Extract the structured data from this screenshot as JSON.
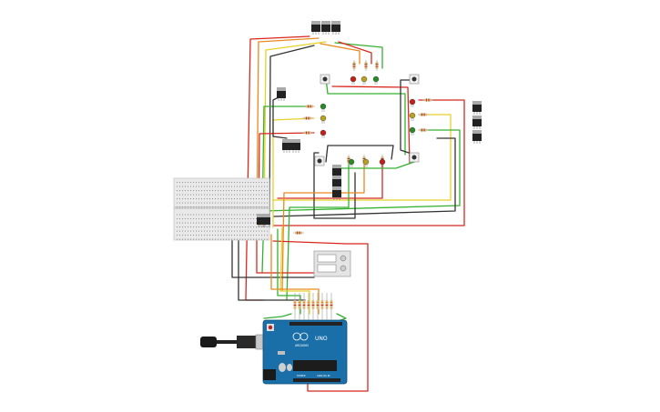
{
  "board": {
    "logo_text": "UNO",
    "brand_text": "ARDUINO",
    "analog_label": "ANALOG IN",
    "power_label": "POWER"
  },
  "colors": {
    "red_wire": "#d8281e",
    "green_wire": "#36b030",
    "yellow_wire": "#e8d12a",
    "orange_wire": "#e88a1e",
    "dark_wire": "#333333",
    "arduino_blue": "#1a6fa8",
    "breadboard": "#e9e9e9",
    "led_red": "#c0201a",
    "led_yellow": "#b8a020",
    "led_green": "#2a8a2a"
  }
}
